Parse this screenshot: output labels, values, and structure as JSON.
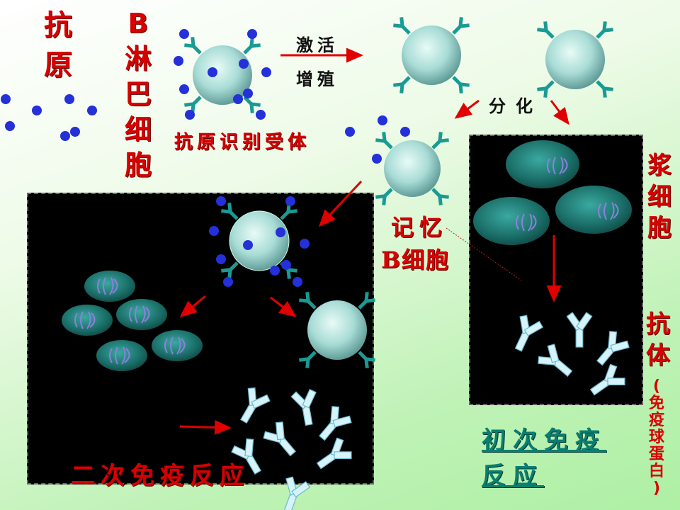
{
  "labels": {
    "antigen": [
      "抗",
      "原"
    ],
    "b_lymph": [
      "B",
      "淋",
      "巴",
      "细",
      "胞"
    ],
    "receptor": "抗原识别受体",
    "activate": [
      "激活",
      "增殖"
    ],
    "differentiate": "分化",
    "memory": [
      "记忆",
      "B细胞"
    ],
    "plasma": [
      "浆",
      "细",
      "胞"
    ],
    "antibody": [
      "抗",
      "体"
    ],
    "antibody_note": [
      "(",
      "免",
      "疫",
      "球",
      "蛋",
      "白",
      ")"
    ],
    "primary": [
      "初次免疫",
      "反应"
    ],
    "secondary": "二次免疫反应"
  },
  "colors": {
    "red": "#d80000",
    "teal": "#087f71",
    "antigen_dot": "#2430d8",
    "receptor": "#1a9a94"
  }
}
